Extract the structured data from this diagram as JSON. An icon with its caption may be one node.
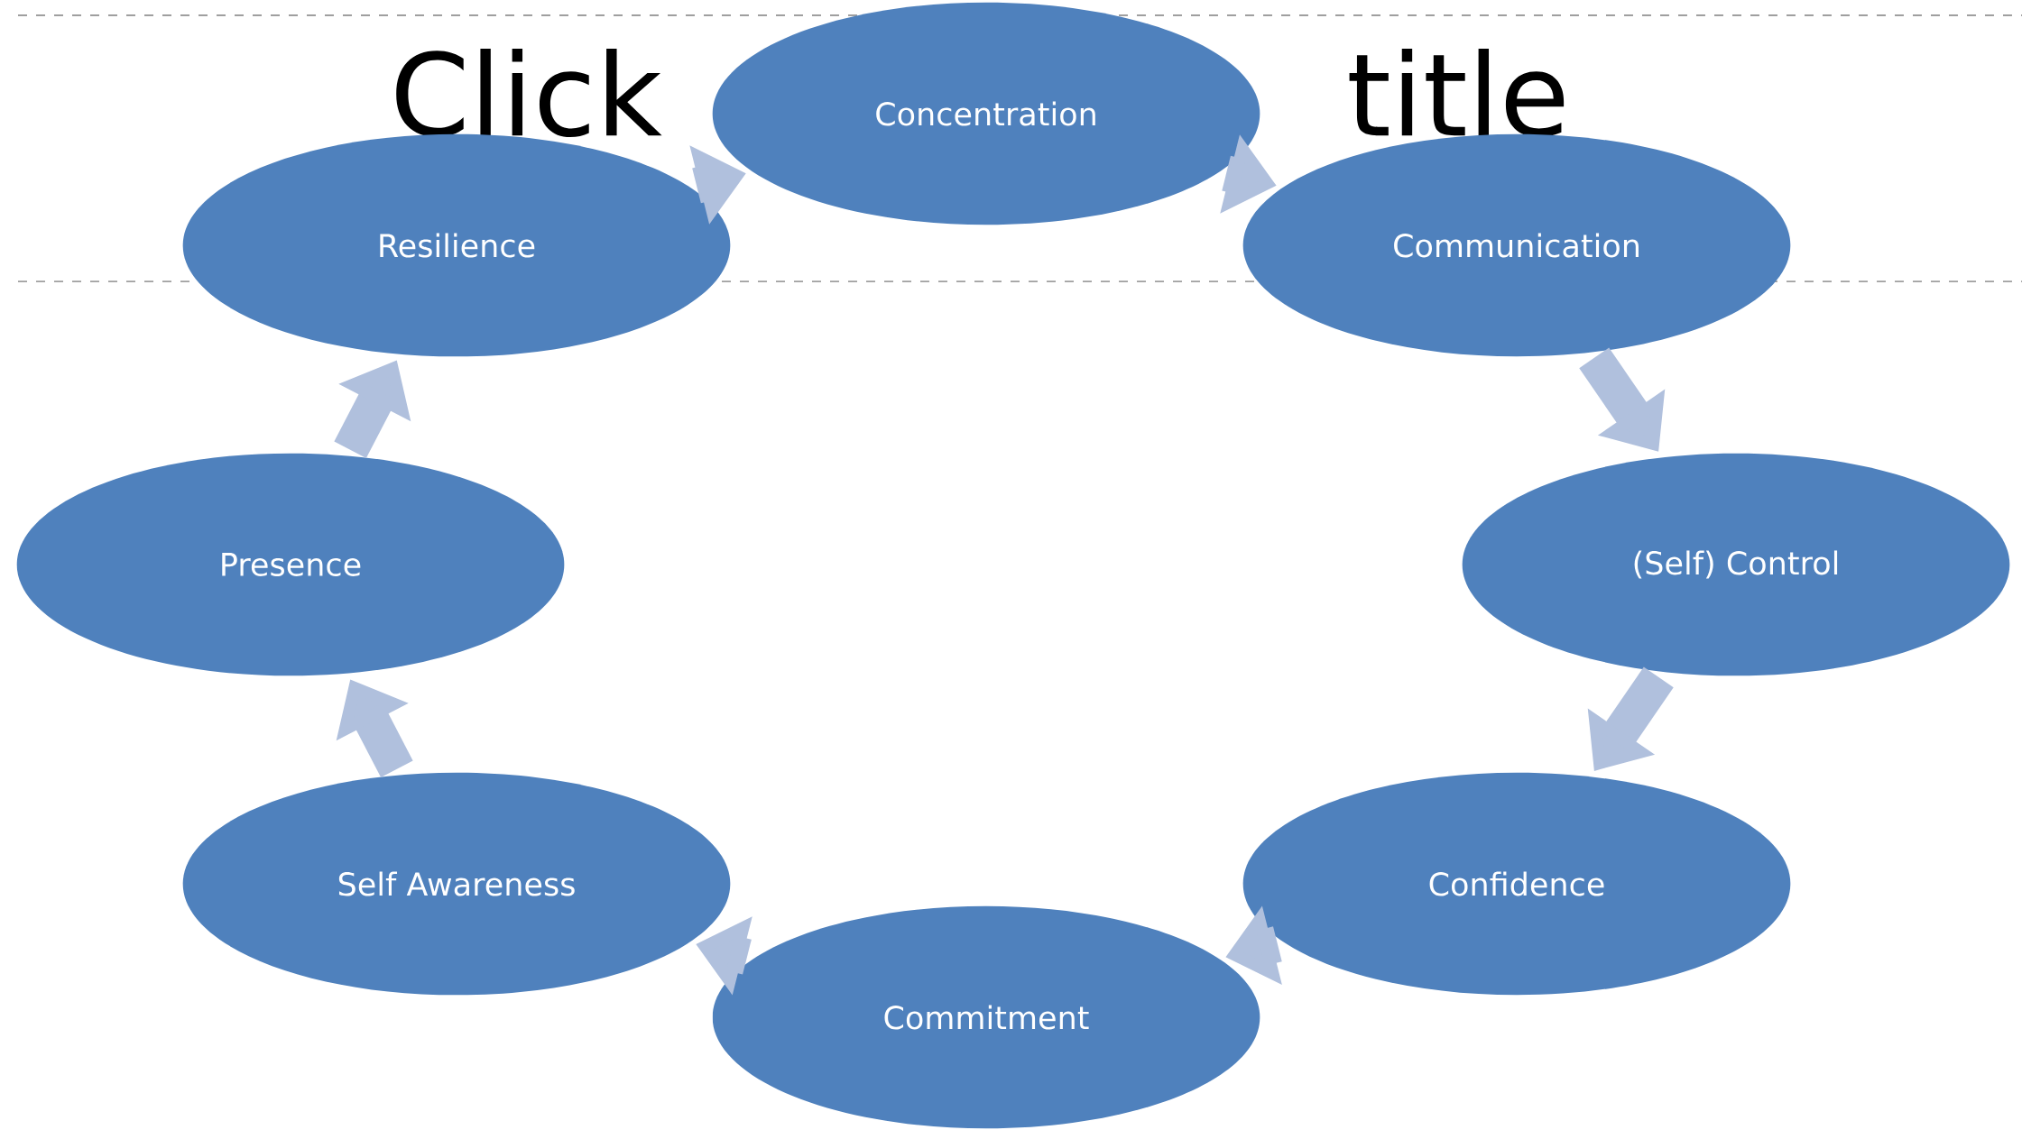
{
  "diagram": {
    "nodes": [
      {
        "text": [
          "Concentration"
        ]
      },
      {
        "text": [
          "Communication"
        ]
      },
      {
        "text": [
          "(Self) Control"
        ]
      },
      {
        "text": [
          "Confidence"
        ]
      },
      {
        "text": [
          "Commitment"
        ]
      },
      {
        "text": [
          "Self Awareness"
        ]
      },
      {
        "text": [
          "Presence"
        ]
      },
      {
        "text": [
          "Resilience"
        ]
      }
    ],
    "edges": [
      {
        "from": 0,
        "to": 1,
        "arrow": "to"
      },
      {
        "from": 1,
        "to": 2,
        "arrow": "to"
      },
      {
        "from": 2,
        "to": 3,
        "arrow": "to"
      },
      {
        "from": 3,
        "to": 4,
        "arrow": "to"
      },
      {
        "from": 4,
        "to": 5,
        "arrow": "to"
      },
      {
        "from": 5,
        "to": 6,
        "arrow": "to"
      },
      {
        "from": 6,
        "to": 7,
        "arrow": "to"
      },
      {
        "from": 7,
        "to": 0,
        "arrow": "to"
      }
    ],
    "labels": [
      "Click",
      "title"
    ]
  }
}
